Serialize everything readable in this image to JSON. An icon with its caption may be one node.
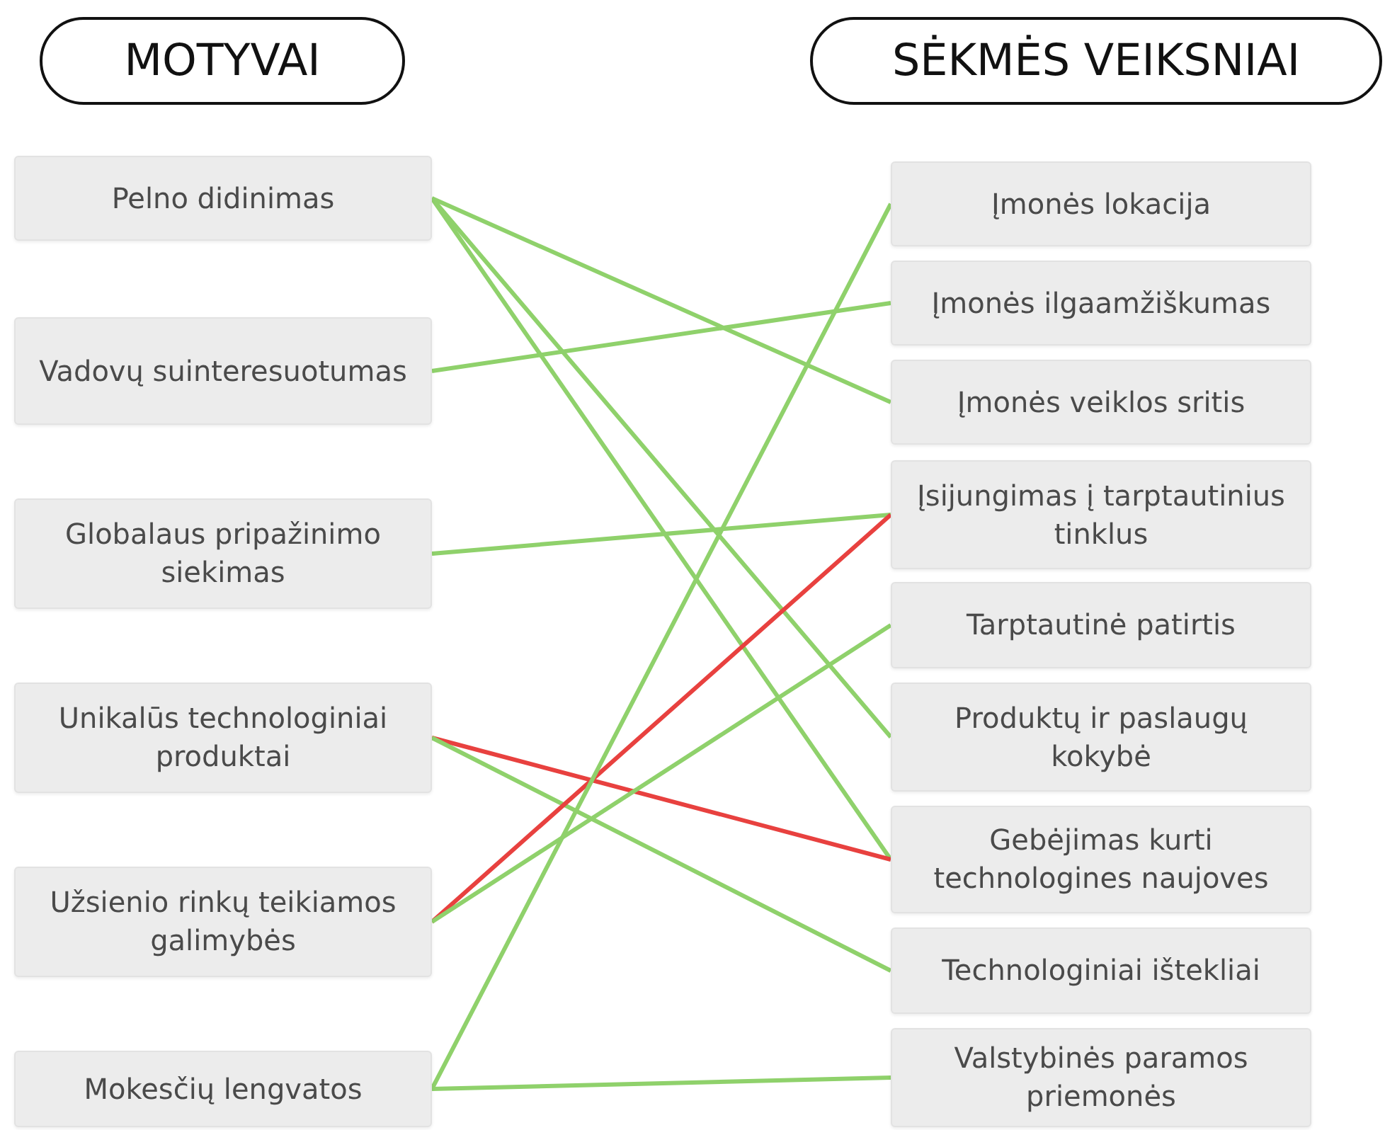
{
  "diagram": {
    "nodes": [
      {
        "text": [
          "MOTYVAI"
        ]
      },
      {
        "text": [
          "SĖKMĖS VEIKSNIAI"
        ]
      },
      {
        "text": [
          "Pelno didinimas"
        ]
      },
      {
        "text": [
          "Vadovų suinteresuotumas"
        ]
      },
      {
        "text": [
          "Globalaus pripažinimo siekimas"
        ]
      },
      {
        "text": [
          "Unikalūs technologiniai produktai"
        ]
      },
      {
        "text": [
          "Užsienio rinkų teikiamos galimybės"
        ]
      },
      {
        "text": [
          "Mokesčių lengvatos"
        ]
      },
      {
        "text": [
          "Įmonės lokacija"
        ]
      },
      {
        "text": [
          "Įmonės ilgaamžiškumas"
        ]
      },
      {
        "text": [
          "Įmonės veiklos sritis"
        ]
      },
      {
        "text": [
          "Įsijungimas į tarptautinius tinklus"
        ]
      },
      {
        "text": [
          "Tarptautinė patirtis"
        ]
      },
      {
        "text": [
          "Produktų ir paslaugų kokybė"
        ]
      },
      {
        "text": [
          "Gebėjimas kurti technologines naujoves"
        ]
      },
      {
        "text": [
          "Technologiniai ištekliai"
        ]
      },
      {
        "text": [
          "Valstybinės paramos priemonės"
        ]
      }
    ],
    "edges": [
      {
        "from": 2,
        "to": 10,
        "arrow": "none"
      },
      {
        "from": 2,
        "to": 13,
        "arrow": "none"
      },
      {
        "from": 2,
        "to": 14,
        "arrow": "none"
      },
      {
        "from": 3,
        "to": 9,
        "arrow": "none"
      },
      {
        "from": 4,
        "to": 11,
        "arrow": "none"
      },
      {
        "from": 5,
        "to": 14,
        "arrow": "none",
        "color": "#e8413f"
      },
      {
        "from": 5,
        "to": 15,
        "arrow": "none"
      },
      {
        "from": 6,
        "to": 11,
        "arrow": "none",
        "color": "#e8413f"
      },
      {
        "from": 6,
        "to": 12,
        "arrow": "none"
      },
      {
        "from": 7,
        "to": 8,
        "arrow": "none"
      },
      {
        "from": 7,
        "to": 16,
        "arrow": "none"
      }
    ]
  }
}
